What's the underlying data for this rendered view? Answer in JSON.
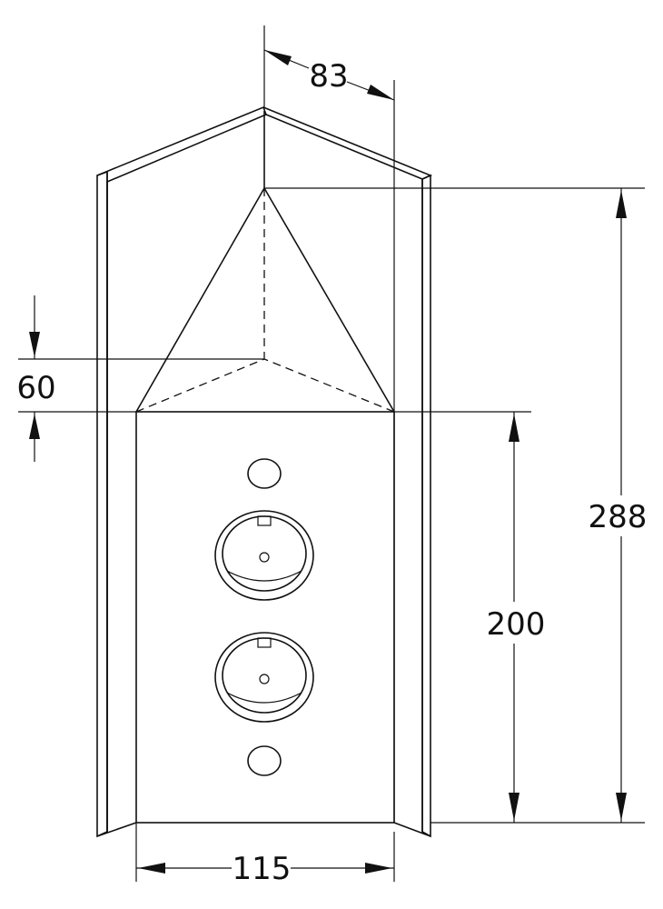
{
  "drawing": {
    "dimensions": {
      "depth": "83",
      "top_height": "60",
      "total_height": "288",
      "plate_height": "200",
      "width": "115"
    }
  }
}
